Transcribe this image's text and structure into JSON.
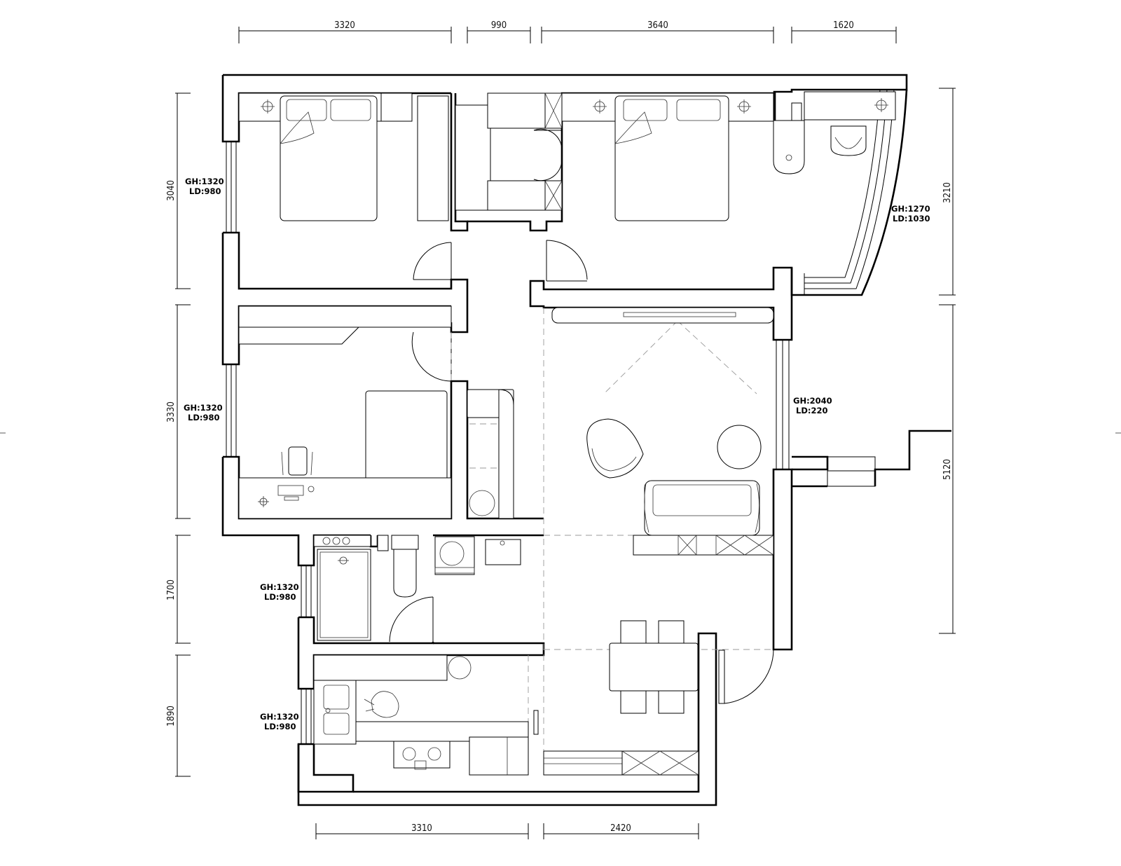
{
  "dimensions": {
    "top": [
      "3320",
      "990",
      "3640",
      "1620"
    ],
    "bottom": [
      "3310",
      "2420"
    ],
    "left": [
      "3040",
      "3330",
      "1700",
      "1890"
    ],
    "right": [
      "3210",
      "5120"
    ]
  },
  "windows": [
    {
      "gh": "GH:1320",
      "ld": "LD:980"
    },
    {
      "gh": "GH:1320",
      "ld": "LD:980"
    },
    {
      "gh": "GH:1320",
      "ld": "LD:980"
    },
    {
      "gh": "GH:1320",
      "ld": "LD:980"
    },
    {
      "gh": "GH:1270",
      "ld": "LD:1030"
    },
    {
      "gh": "GH:2040",
      "ld": "LD:220"
    }
  ],
  "colors": {
    "line": "#000000",
    "background": "#ffffff",
    "hidden_line": "#999999"
  }
}
